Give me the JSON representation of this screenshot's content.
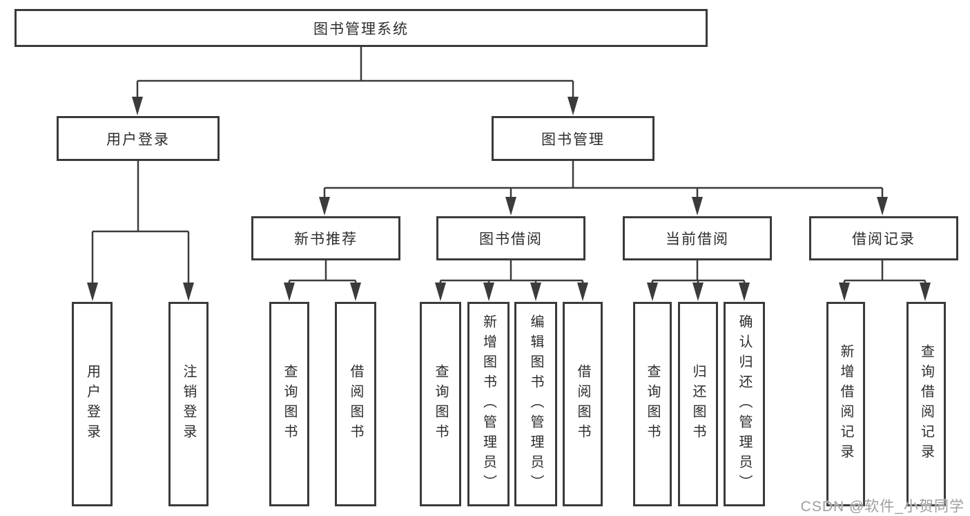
{
  "nodes": {
    "root": "图书管理系统",
    "user_login": "用户登录",
    "book_management": "图书管理",
    "new_book_recommend": "新书推荐",
    "book_borrowing": "图书借阅",
    "current_borrowing": "当前借阅",
    "borrowing_records": "借阅记录",
    "leaf_user_login": "用户登录",
    "leaf_logout": "注销登录",
    "leaf_query_books_recommend": "查询图书",
    "leaf_borrow_books_recommend": "借阅图书",
    "leaf_query_books_borrow": "查询图书",
    "leaf_add_books_admin": "新增图书（管理员）",
    "leaf_edit_books_admin": "编辑图书（管理员）",
    "leaf_borrow_books": "借阅图书",
    "leaf_query_books_current": "查询图书",
    "leaf_return_books": "归还图书",
    "leaf_confirm_return_admin": "确认归还（管理员）",
    "leaf_add_borrow_record": "新增借阅记录",
    "leaf_query_borrow_record": "查询借阅记录"
  },
  "hierarchy": {
    "图书管理系统": {
      "用户登录": [
        "用户登录",
        "注销登录"
      ],
      "图书管理": {
        "新书推荐": [
          "查询图书",
          "借阅图书"
        ],
        "图书借阅": [
          "查询图书",
          "新增图书（管理员）",
          "编辑图书（管理员）",
          "借阅图书"
        ],
        "当前借阅": [
          "查询图书",
          "归还图书",
          "确认归还（管理员）"
        ],
        "借阅记录": [
          "新增借阅记录",
          "查询借阅记录"
        ]
      }
    }
  },
  "watermark": "CSDN @软件_小贺同学",
  "colors": {
    "line": "#3b3b3b",
    "box_border": "#3a3a3a",
    "text": "#2d2d2d",
    "watermark": "#9e9e9e",
    "background": "#ffffff"
  }
}
